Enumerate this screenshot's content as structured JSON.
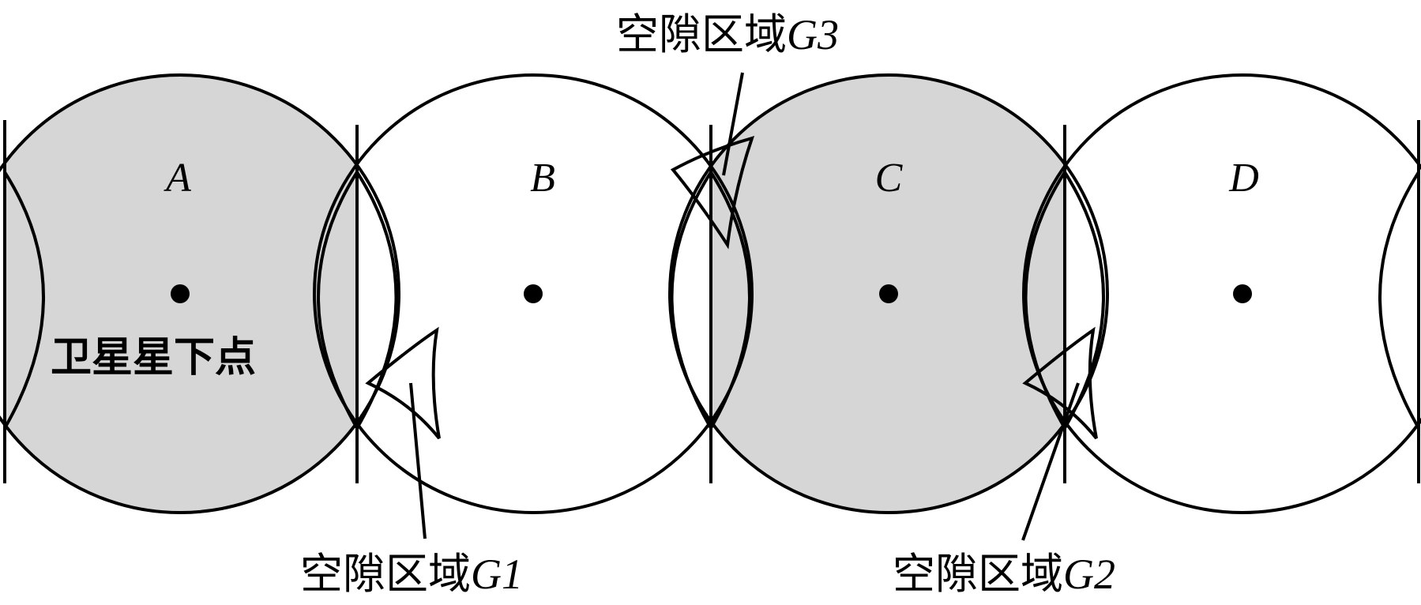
{
  "diagram": {
    "cells": [
      {
        "label": "A",
        "shaded": true
      },
      {
        "label": "B",
        "shaded": false
      },
      {
        "label": "C",
        "shaded": true
      },
      {
        "label": "D",
        "shaded": false
      }
    ],
    "subsatellite_label": "卫星星下点",
    "gap_regions": [
      {
        "prefix": "空隙区域",
        "id": "G1"
      },
      {
        "prefix": "空隙区域",
        "id": "G2"
      },
      {
        "prefix": "空隙区域",
        "id": "G3"
      }
    ],
    "colors": {
      "shade": "#d6d6d6",
      "stroke": "#000000",
      "background": "#ffffff"
    }
  }
}
